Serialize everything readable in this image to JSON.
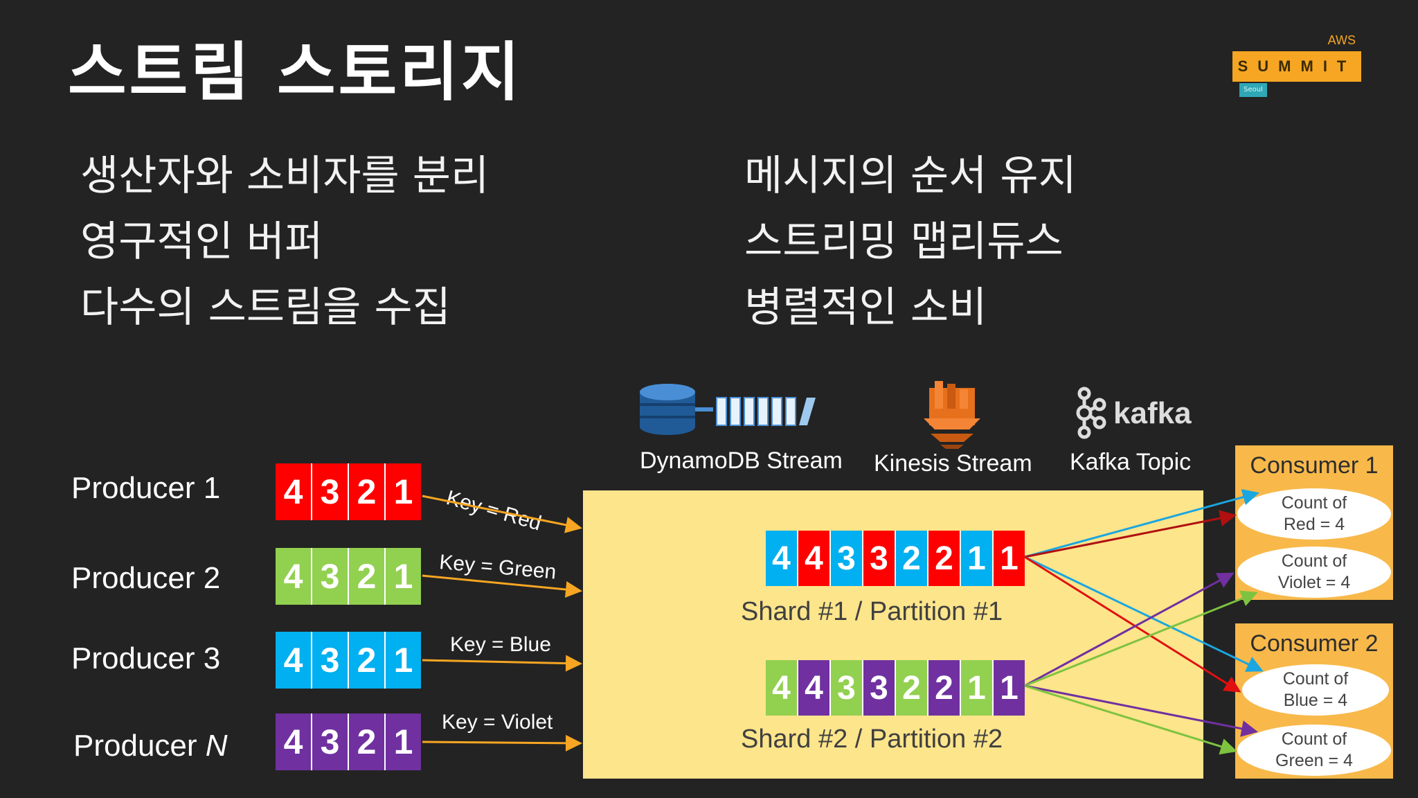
{
  "title": "스트림 스토리지",
  "logo": {
    "aws": "AWS",
    "summit": "SUMMIT",
    "seoul": "Seoul"
  },
  "bullets_left": [
    "생산자와 소비자를 분리",
    "영구적인 버퍼",
    "다수의 스트림을 수집"
  ],
  "bullets_right": [
    "메시지의 순서 유지",
    "스트리밍 맵리듀스",
    "병렬적인 소비"
  ],
  "sources": [
    {
      "label": "DynamoDB Stream",
      "icon": "dynamodb-icon"
    },
    {
      "label": "Kinesis Stream",
      "icon": "kinesis-icon"
    },
    {
      "label": "Kafka Topic",
      "icon": "kafka-icon",
      "brand": "kafka"
    }
  ],
  "colors": {
    "red": "#ff0000",
    "green": "#92d050",
    "blue": "#00b0f0",
    "violet": "#7030a0",
    "stream_bg": "#fde58b",
    "consumer_bg": "#f8b94a",
    "arrow": "#f6a623"
  },
  "producers": [
    {
      "label": "Producer 1",
      "key": "Key = Red",
      "color": "#ff0000",
      "cells": [
        "4",
        "3",
        "2",
        "1"
      ]
    },
    {
      "label": "Producer 2",
      "key": "Key = Green",
      "color": "#92d050",
      "cells": [
        "4",
        "3",
        "2",
        "1"
      ]
    },
    {
      "label": "Producer 3",
      "key": "Key = Blue",
      "color": "#00b0f0",
      "cells": [
        "4",
        "3",
        "2",
        "1"
      ]
    },
    {
      "label": "Producer",
      "label_italic": "N",
      "key": "Key = Violet",
      "color": "#7030a0",
      "cells": [
        "4",
        "3",
        "2",
        "1"
      ]
    }
  ],
  "shards": [
    {
      "label": "Shard #1 / Partition #1",
      "cells": [
        "4",
        "4",
        "3",
        "3",
        "2",
        "2",
        "1",
        "1"
      ],
      "colors": [
        "#00b0f0",
        "#ff0000",
        "#00b0f0",
        "#ff0000",
        "#00b0f0",
        "#ff0000",
        "#00b0f0",
        "#ff0000"
      ]
    },
    {
      "label": "Shard #2 / Partition #2",
      "cells": [
        "4",
        "4",
        "3",
        "3",
        "2",
        "2",
        "1",
        "1"
      ],
      "colors": [
        "#92d050",
        "#7030a0",
        "#92d050",
        "#7030a0",
        "#92d050",
        "#7030a0",
        "#92d050",
        "#7030a0"
      ]
    }
  ],
  "consumers": [
    {
      "title": "Consumer 1",
      "counts": [
        {
          "line1": "Count of",
          "line2": "Red = 4"
        },
        {
          "line1": "Count of",
          "line2": "Violet = 4"
        }
      ]
    },
    {
      "title": "Consumer 2",
      "counts": [
        {
          "line1": "Count of",
          "line2": "Blue = 4"
        },
        {
          "line1": "Count of",
          "line2": "Green = 4"
        }
      ]
    }
  ]
}
